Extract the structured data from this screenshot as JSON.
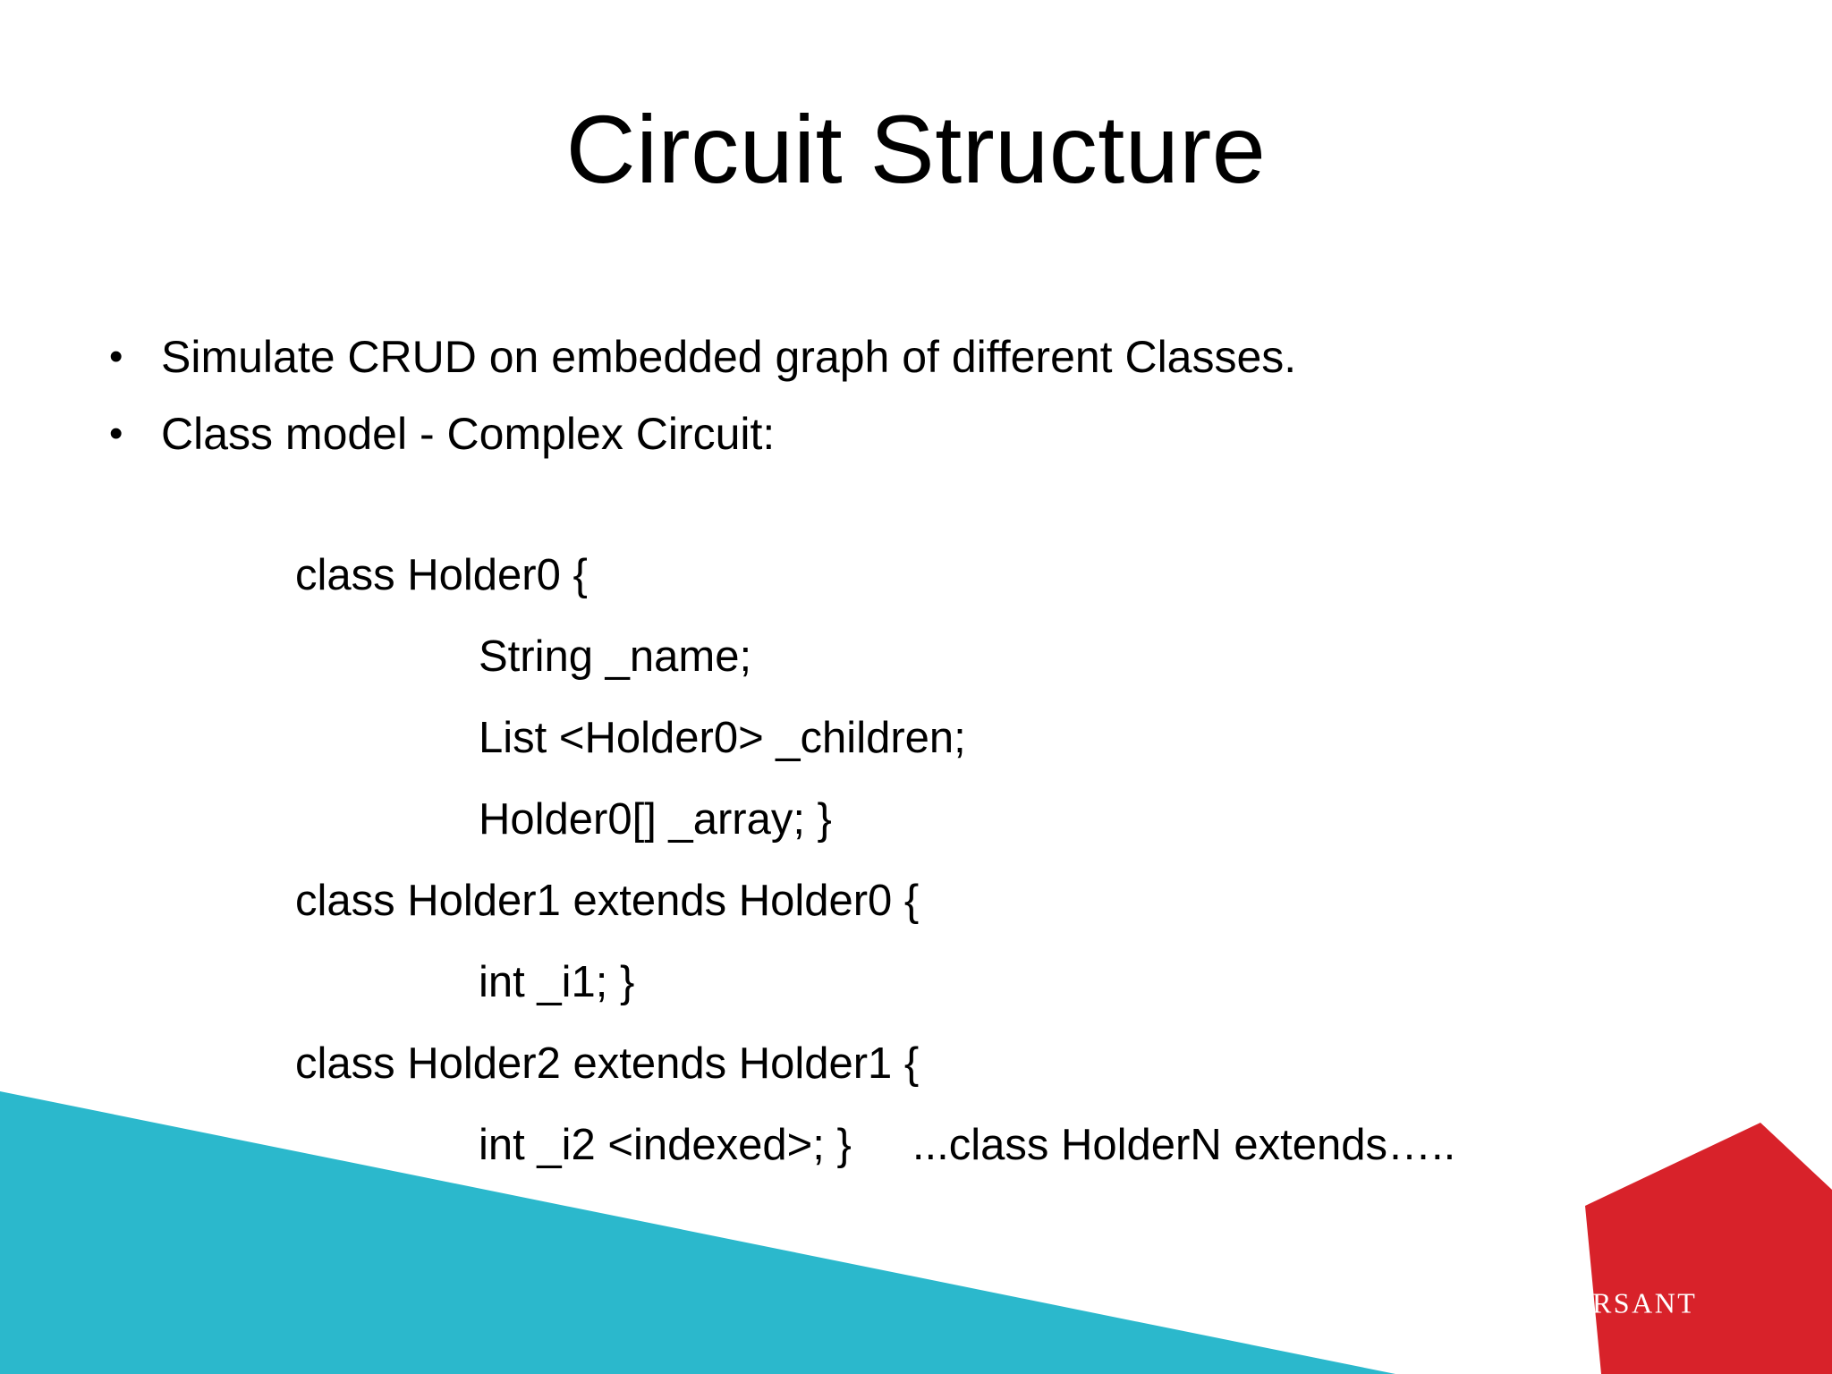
{
  "slide": {
    "title": "Circuit Structure",
    "background_color": "#FFFFFF",
    "text_color": "#000000"
  },
  "bullets": [
    {
      "marker": "•",
      "text": "Simulate CRUD on embedded graph of different Classes."
    },
    {
      "marker": "•",
      "text": "Class model - Complex Circuit:"
    }
  ],
  "code_block": {
    "lines": [
      {
        "indent": 0,
        "text": "class Holder0 {"
      },
      {
        "indent": 1,
        "text": "String _name;"
      },
      {
        "indent": 1,
        "text": "List <Holder0> _children;"
      },
      {
        "indent": 1,
        "text": "Holder0[] _array; }"
      },
      {
        "indent": 0,
        "text": "class Holder1 extends Holder0 {"
      },
      {
        "indent": 1,
        "text": "int _i1; }"
      },
      {
        "indent": 0,
        "text": "class Holder2 extends Holder1 {"
      },
      {
        "indent": 1,
        "text": "int _i2 <indexed>; }     ...class HolderN extends….."
      }
    ]
  },
  "decorations": {
    "teal_triangle_color": "#2BB8CC",
    "red_shape_color": "#D8222A"
  },
  "logo": {
    "text": "Versant",
    "color": "#FFFFFF"
  }
}
